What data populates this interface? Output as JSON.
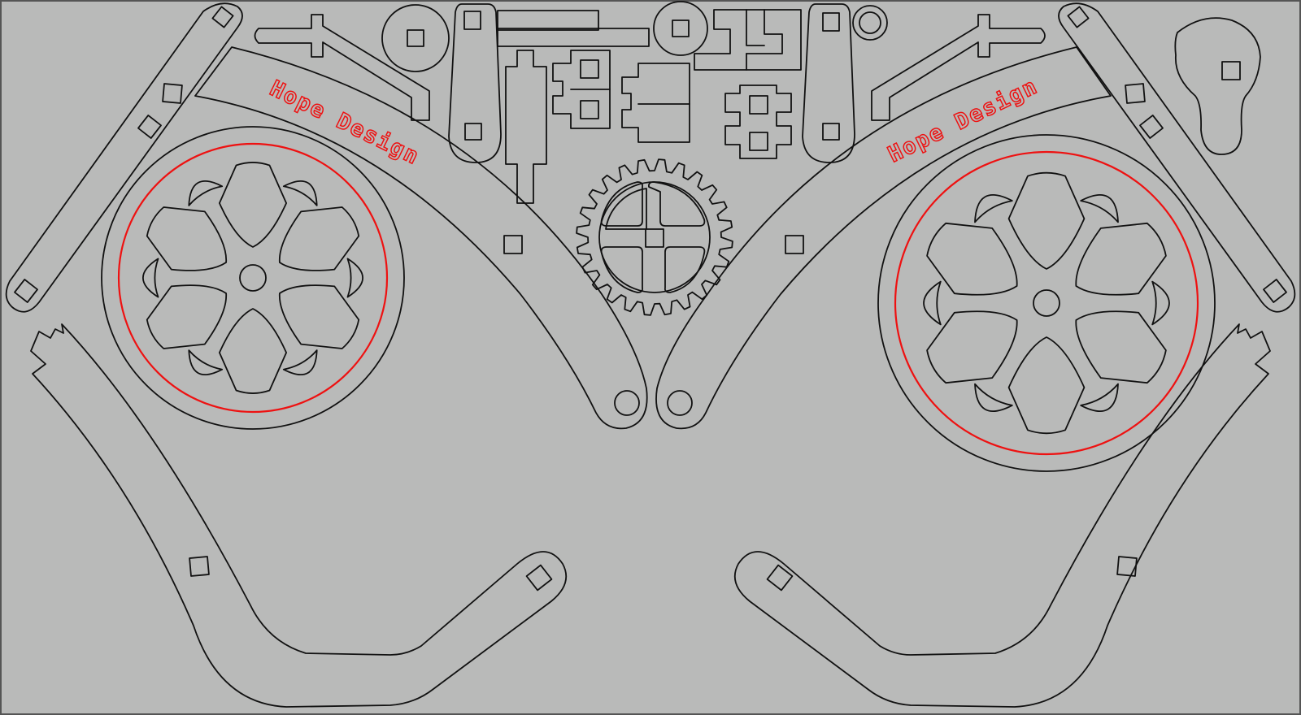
{
  "colors": {
    "background": "#b9bab9",
    "border": "#555555",
    "cut_line": "#111111",
    "engrave_line": "#ee1111"
  },
  "labels": {
    "left_engraving": "Hope Design",
    "right_engraving": "Hope Design"
  },
  "gear": {
    "teeth": 24
  },
  "wheel": {
    "spokes": 6
  }
}
